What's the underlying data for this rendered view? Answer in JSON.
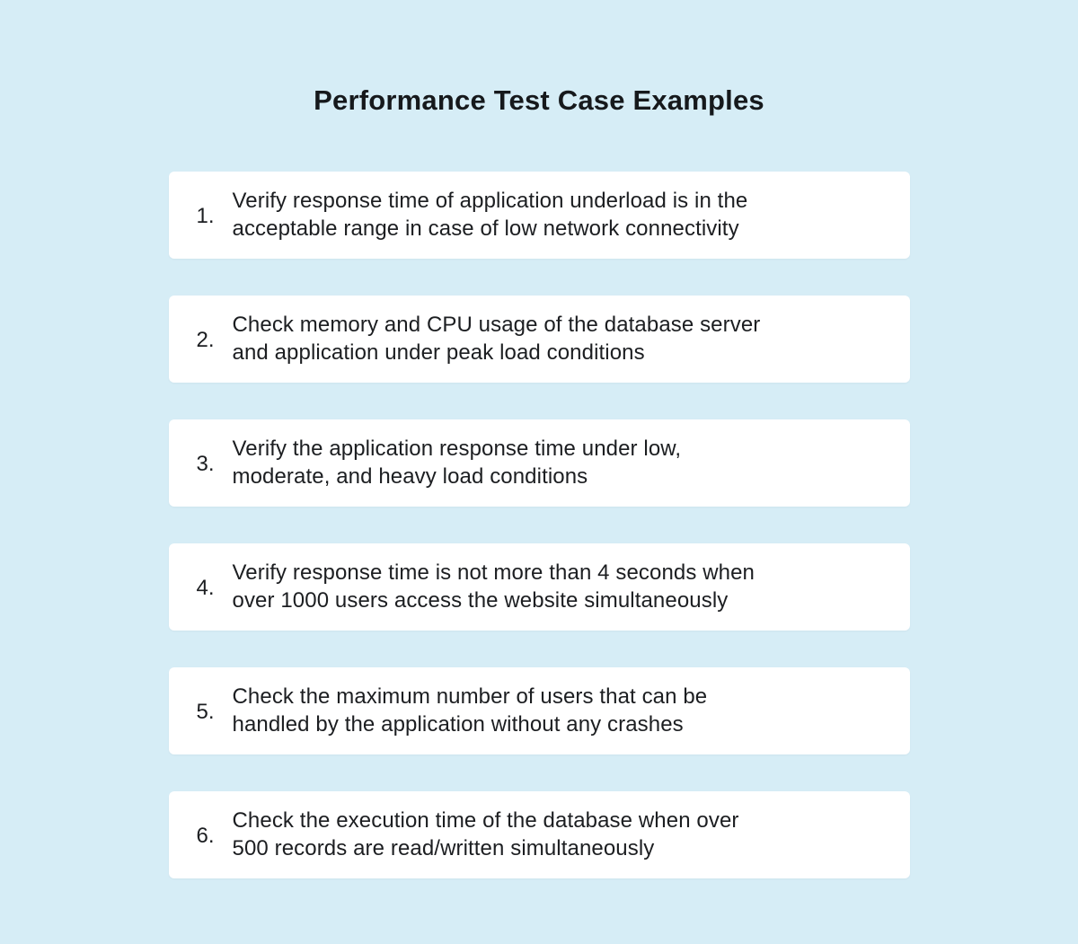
{
  "page": {
    "background_color": "#d6edf6",
    "card_color": "#ffffff",
    "text_color": "#1c1e21"
  },
  "title": "Performance Test Case Examples",
  "test_cases": [
    {
      "number": "1.",
      "text": "Verify response time of application underload is in the\nacceptable range in case of low network connectivity"
    },
    {
      "number": "2.",
      "text": "Check memory and CPU usage of the database server\nand application under peak load conditions"
    },
    {
      "number": "3.",
      "text": "Verify the application response time under low,\nmoderate, and heavy load conditions"
    },
    {
      "number": "4.",
      "text": "Verify response time is not more than 4 seconds when\nover 1000 users access the website simultaneously"
    },
    {
      "number": "5.",
      "text": "Check the maximum number of users that can be\nhandled by the application without any crashes"
    },
    {
      "number": "6.",
      "text": "Check the execution time of the database when over\n500 records are read/written simultaneously"
    }
  ]
}
